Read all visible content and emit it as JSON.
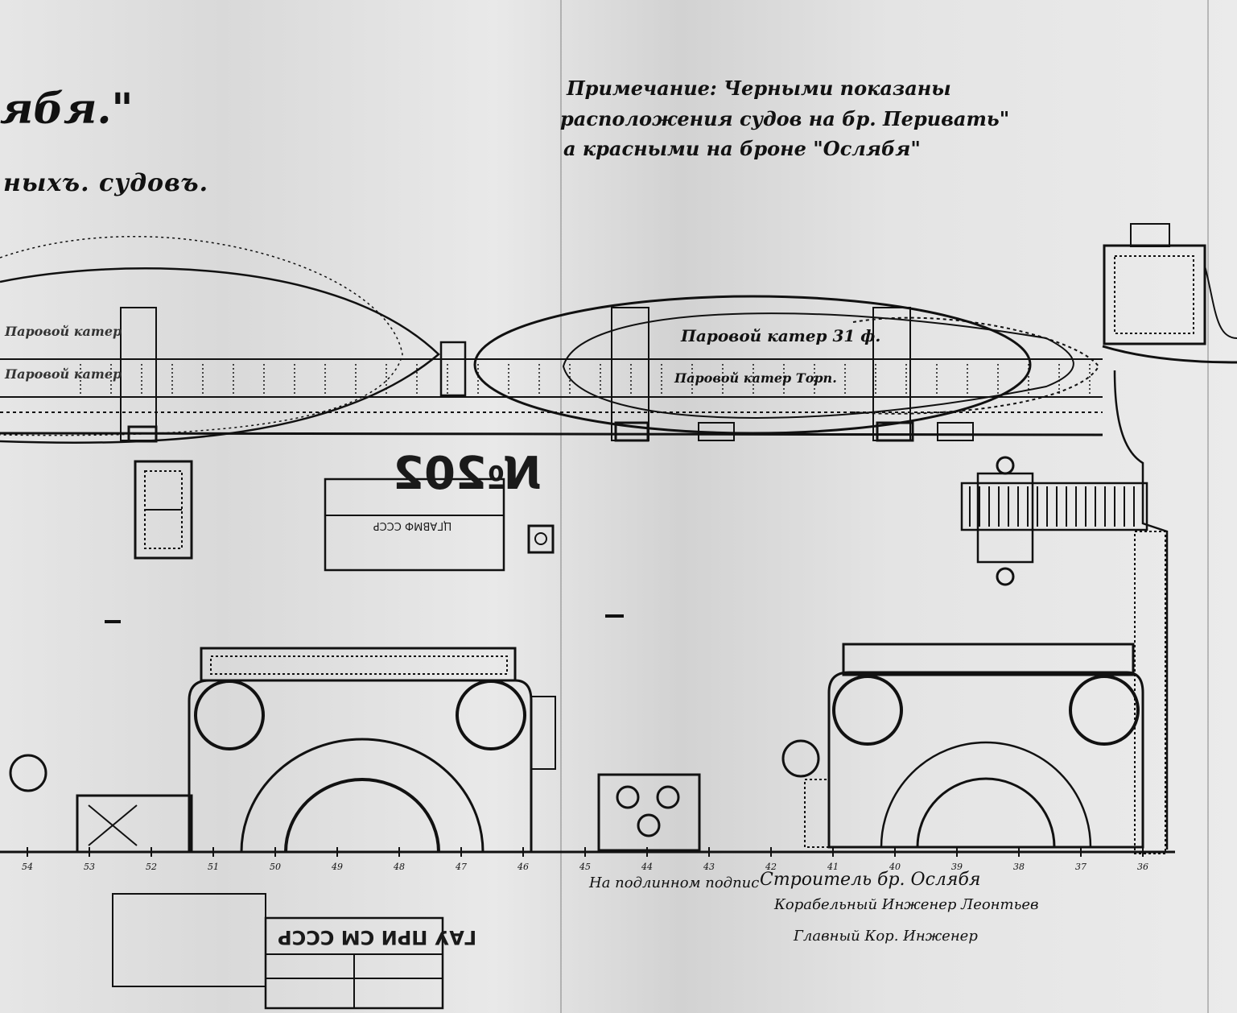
{
  "drawing": {
    "title_fragment": "ябя.\"",
    "subtitle_fragment": "ныхъ. судовъ.",
    "note_lines": [
      "Примечание: Черными показаны",
      "расположения судов на бр. Перивать\"",
      "а красными на броне \"Ослябя\""
    ],
    "hull_labels": {
      "right_top": "Паровой катер 31 ф.",
      "right_bottom": "Паровой катер Торп.",
      "left_top": "Паровой катер",
      "left_bottom": "Паровой катер"
    },
    "stamp_number": "№202",
    "stamp_archive_text": "ЦГАВМФ СССР",
    "stamp_bottom_text": "ГАУ ПРИ СМ СССР",
    "frame_numbers": [
      "54",
      "53",
      "52",
      "51",
      "50",
      "49",
      "48",
      "47",
      "46",
      "45",
      "44",
      "43",
      "42",
      "41",
      "40",
      "39",
      "38",
      "37",
      "36"
    ],
    "signatures": [
      "На подлинном подпис",
      "Строитель бр. Ослябя",
      "Корабельный Инженер Леонтьев",
      "Главный Кор. Инженер"
    ]
  },
  "colors": {
    "ink": "#111111",
    "paper": "#e4e4e4"
  }
}
